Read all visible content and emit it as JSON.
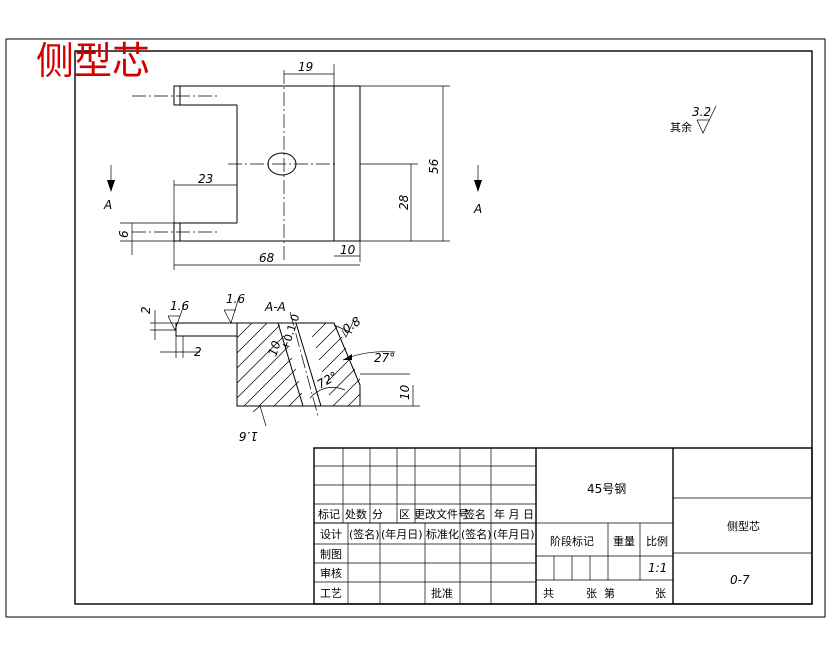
{
  "drawing_title": "侧型芯",
  "dims": {
    "d19": "19",
    "d56": "56",
    "d23": "23",
    "d28": "28",
    "d6": "6",
    "d10": "10",
    "d68": "68",
    "section_d2_top": "2",
    "section_d2_bot": "2",
    "rough_16_a": "1.6",
    "rough_16_b": "1.6",
    "rough_16_c": "1.6",
    "r08": "0.8",
    "angle_27": "27°",
    "angle_72": "72°",
    "hole_10": "10",
    "hole_tol": "+0.1\n0",
    "d10_section": "10",
    "section_label": "A-A",
    "arrow_a_left": "A",
    "arrow_a_right": "A",
    "rest_label": "其余",
    "rest_rough": "3.2"
  },
  "title_block": {
    "material": "45号钢",
    "part_name": "侧型芯",
    "drawing_no": "0-7",
    "scale": "1:1",
    "row_marks": [
      "标记",
      "处数",
      "分",
      "区",
      "更改文件号",
      "签名",
      "年 月 日"
    ],
    "row_design": [
      "设计",
      "(签名)",
      "(年月日)",
      "标准化",
      "(签名)",
      "(年月日)"
    ],
    "row_draw": "制图",
    "row_check": "审核",
    "row_process": "工艺",
    "approve": "批准",
    "stage_mark": "阶段标记",
    "weight": "重量",
    "ratio": "比例",
    "total": "共",
    "sheets": "张",
    "sheet_no": "第",
    "sheet_unit": "张"
  }
}
